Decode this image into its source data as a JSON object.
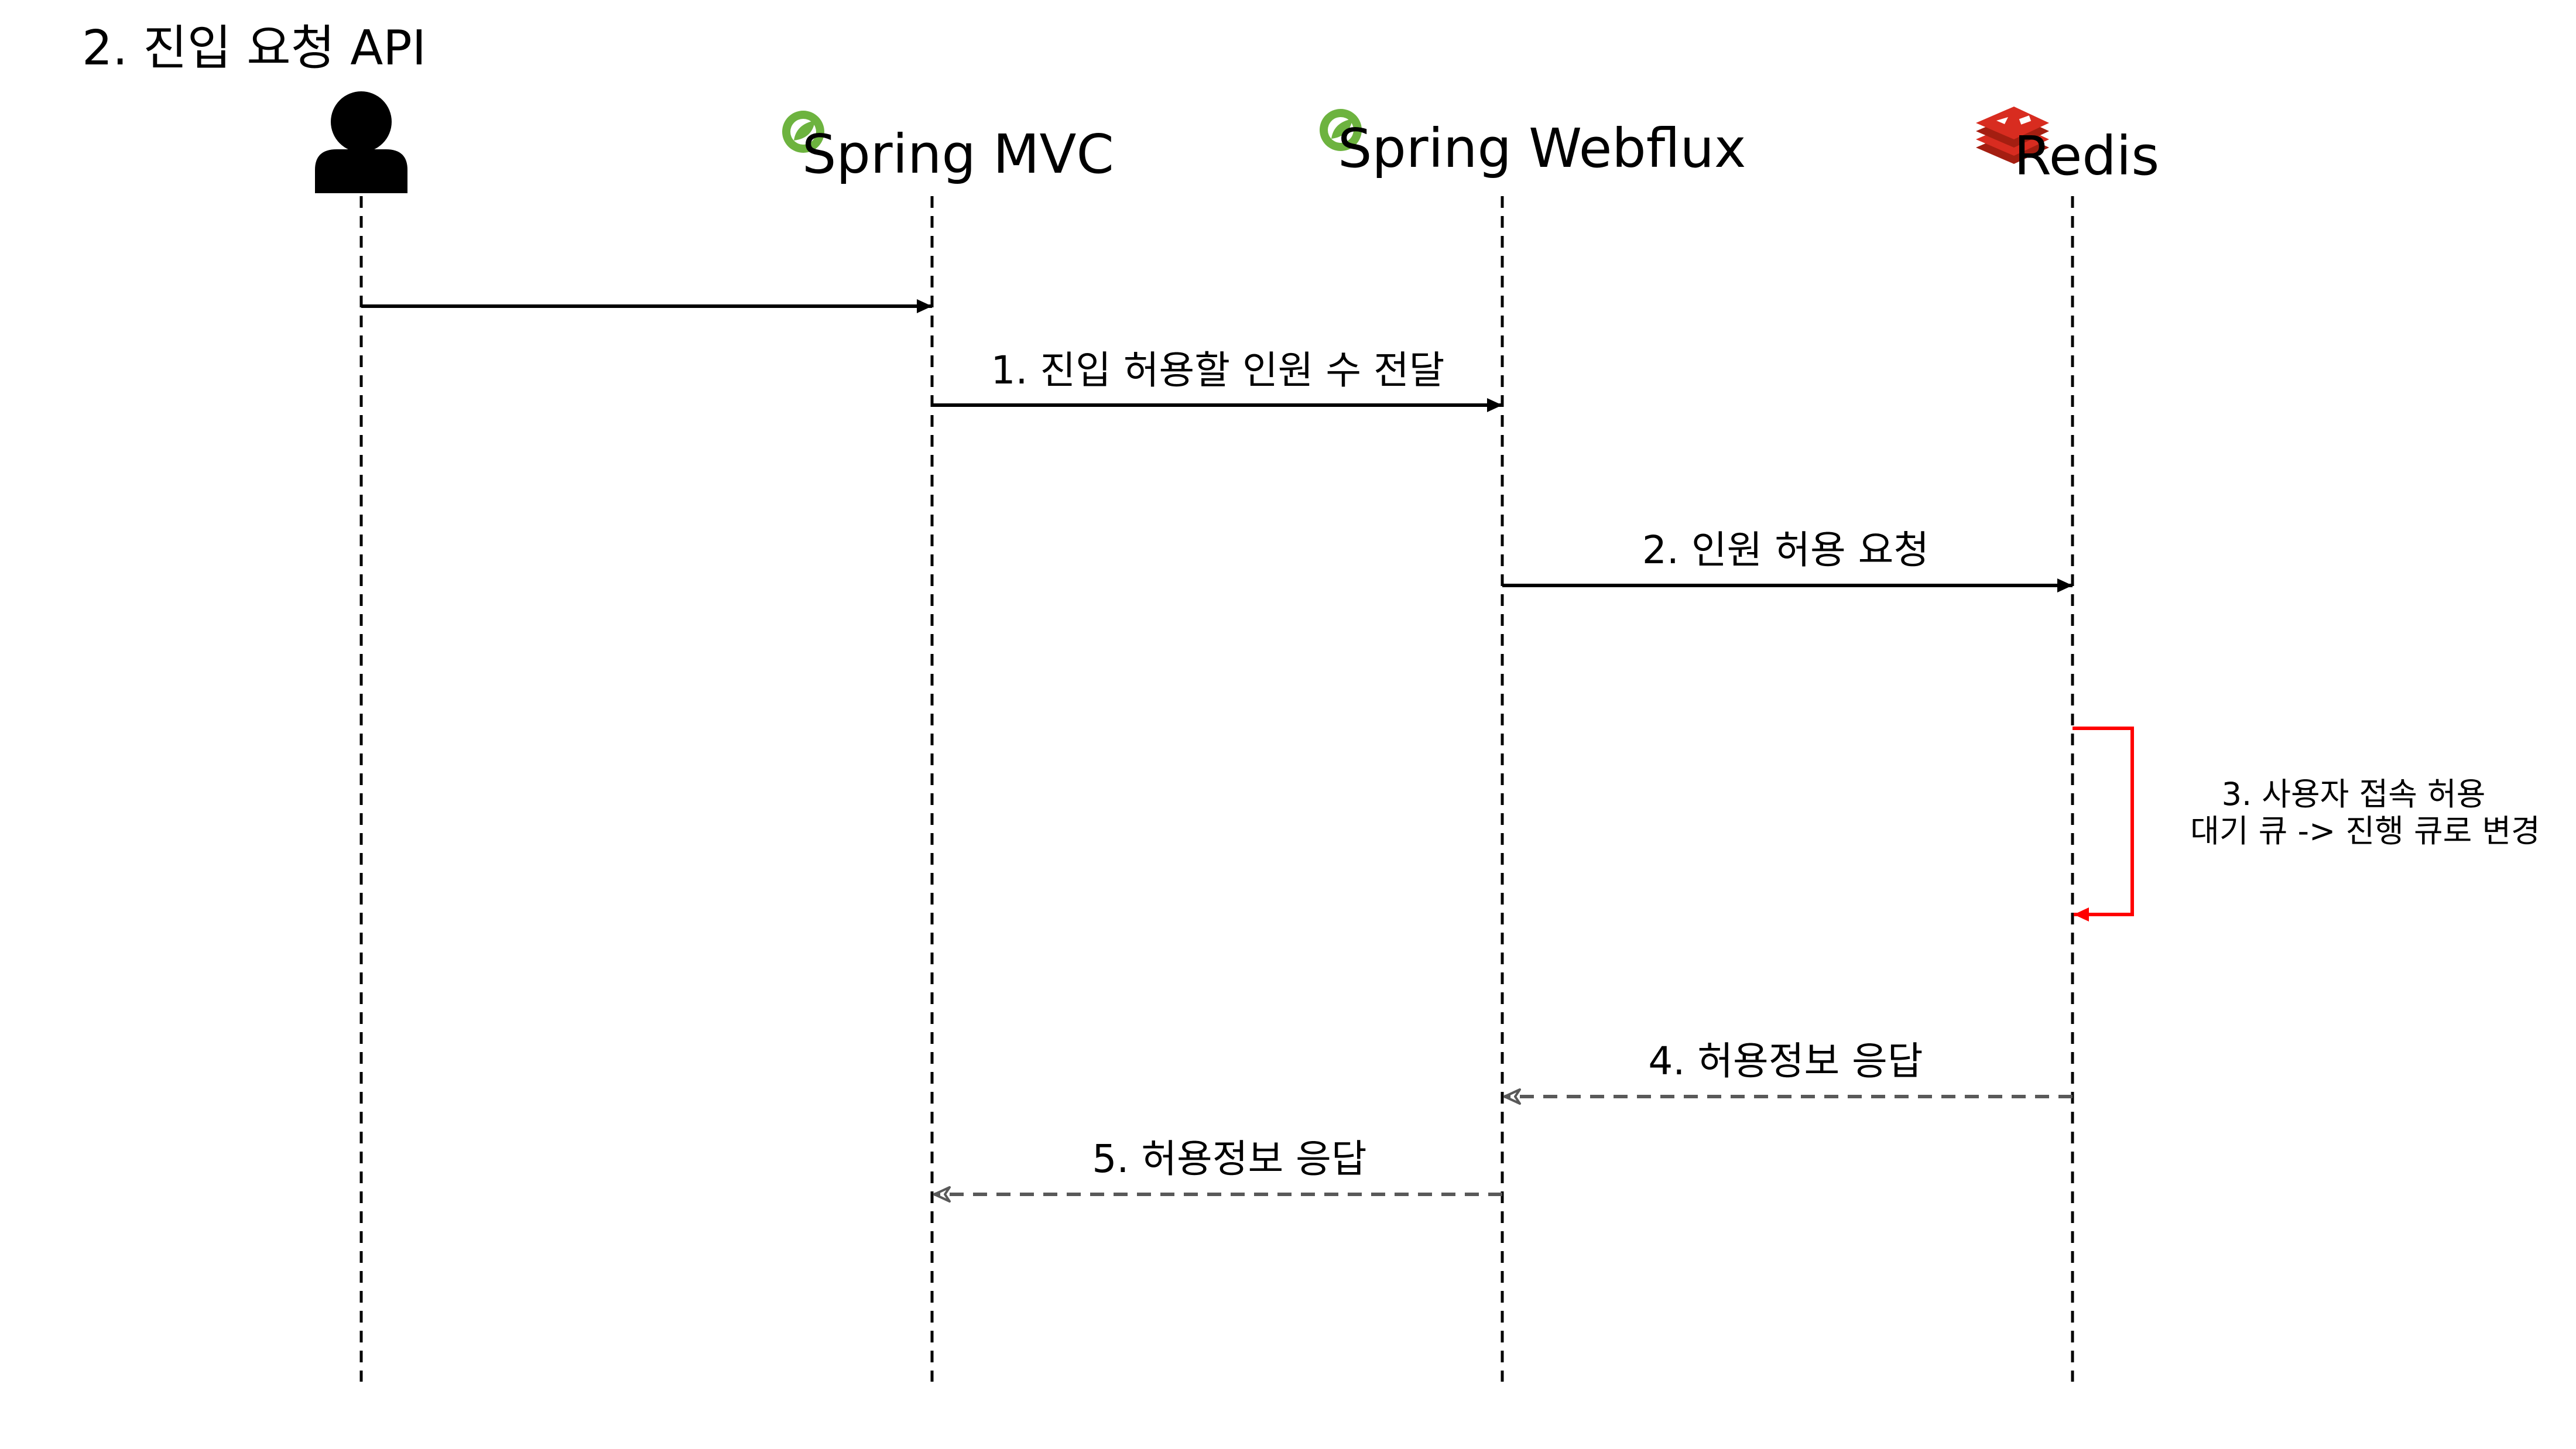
{
  "title": "2. 진입 요청 API",
  "participants": [
    {
      "id": "user",
      "label": "",
      "icon": "user-icon"
    },
    {
      "id": "mvc",
      "label": "Spring MVC",
      "icon": "spring-leaf-icon"
    },
    {
      "id": "webflux",
      "label": "Spring Webflux",
      "icon": "spring-leaf-icon"
    },
    {
      "id": "redis",
      "label": "Redis",
      "icon": "redis-icon"
    }
  ],
  "messages": [
    {
      "from": "user",
      "to": "mvc",
      "label": "",
      "style": "solid"
    },
    {
      "from": "mvc",
      "to": "webflux",
      "label": "1. 진입 허용할 인원 수 전달",
      "style": "solid"
    },
    {
      "from": "webflux",
      "to": "redis",
      "label": "2. 인원 허용 요청",
      "style": "solid"
    },
    {
      "from": "redis",
      "to": "redis",
      "label": "3. 사용자 접속 허용",
      "label_line2": "대기 큐 -> 진행 큐로 변경",
      "style": "self",
      "color": "#ff0000"
    },
    {
      "from": "redis",
      "to": "webflux",
      "label": "4. 허용정보 응답",
      "style": "dashed"
    },
    {
      "from": "webflux",
      "to": "mvc",
      "label": "5. 허용정보 응답",
      "style": "dashed"
    }
  ],
  "colors": {
    "line": "#000000",
    "return": "#595959",
    "self_call": "#ff0000",
    "spring_green": "#6db33f",
    "redis_red": "#d82c20"
  }
}
